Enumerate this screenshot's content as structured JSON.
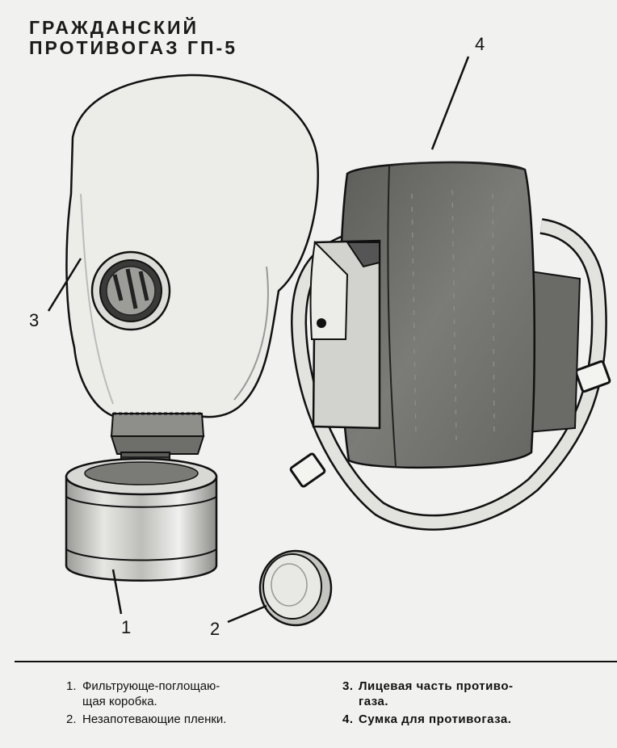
{
  "title": {
    "line1": "ГРАЖДАНСКИЙ",
    "line2": "ПРОТИВОГАЗ ГП-5"
  },
  "callouts": {
    "c1": "1",
    "c2": "2",
    "c3": "3",
    "c4": "4"
  },
  "legend": {
    "left": [
      {
        "num": "1.",
        "lines": [
          "Фильтрующе-поглощаю-",
          "щая коробка."
        ]
      },
      {
        "num": "2.",
        "lines": [
          "Незапотевающие пленки."
        ]
      }
    ],
    "right": [
      {
        "num": "3.",
        "lines": [
          "Лицевая часть противо-",
          "газа."
        ]
      },
      {
        "num": "4.",
        "lines": [
          "Сумка для противогаза."
        ]
      }
    ]
  },
  "colors": {
    "paper": "#f1f1ef",
    "ink": "#111111",
    "bag": "#6f6f6c",
    "mask": "#e9e9e6"
  }
}
